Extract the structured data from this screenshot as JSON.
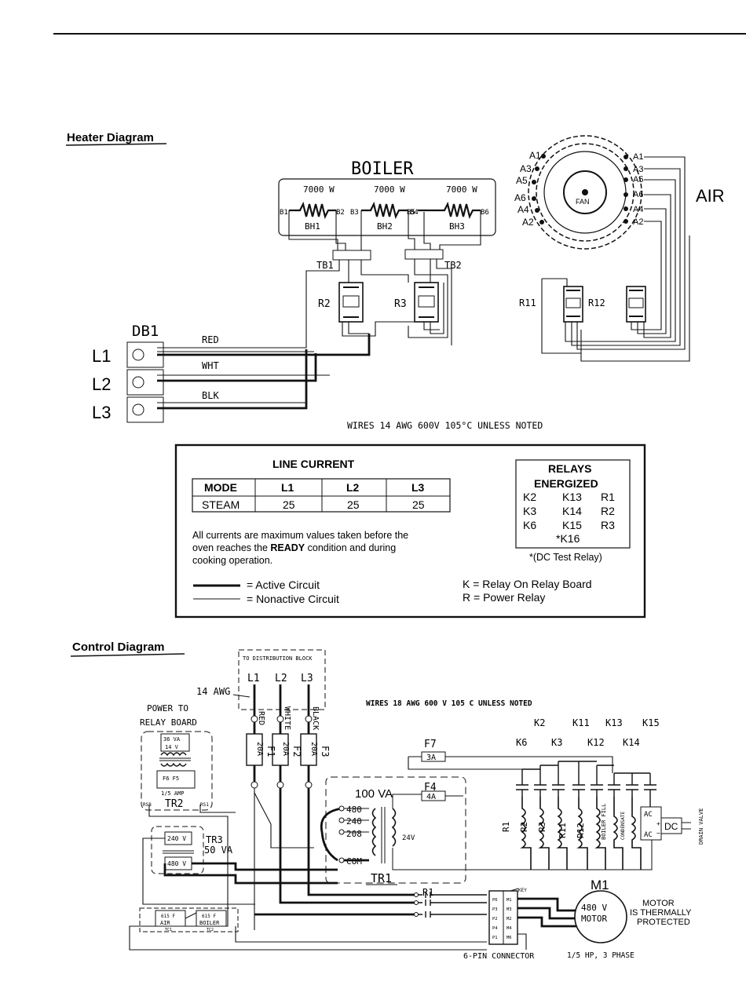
{
  "heater": {
    "section_title": "Heater Diagram",
    "boiler_label": "BOILER",
    "air_label": "AIR",
    "fan_label": "FAN",
    "elements": [
      {
        "watts": "7000 W",
        "name": "BH1",
        "left": "B1",
        "right": "B2"
      },
      {
        "watts": "7000 W",
        "name": "BH2",
        "left": "B3",
        "right": "B4"
      },
      {
        "watts": "7000 W",
        "name": "BH3",
        "left": "B5",
        "right": "B6"
      }
    ],
    "terminal_blocks": [
      "TB1",
      "TB2"
    ],
    "relays": [
      "R2",
      "R3",
      "R11",
      "R12"
    ],
    "motor_left_terminals": [
      "A1",
      "A3",
      "A5",
      "A6",
      "A4",
      "A2"
    ],
    "motor_right_terminals": [
      "A1",
      "A3",
      "A5",
      "A6",
      "A4",
      "A2"
    ],
    "distribution_block": "DB1",
    "lines": [
      "L1",
      "L2",
      "L3"
    ],
    "wire_colors": [
      "RED",
      "WHT",
      "BLK"
    ],
    "wire_note": "WIRES 14 AWG 600V 105°C UNLESS NOTED"
  },
  "legend": {
    "line_current_title": "LINE CURRENT",
    "table_headers": [
      "MODE",
      "L1",
      "L2",
      "L3"
    ],
    "table_row": [
      "STEAM",
      "25",
      "25",
      "25"
    ],
    "note_part1": "All currents are maximum values taken before the",
    "note_part2a": "oven reaches the ",
    "note_bold": "READY",
    "note_part2b": " condition and during",
    "note_part3": "cooking operation.",
    "active": "= Active Circuit",
    "nonactive": "= Nonactive Circuit",
    "relays_title1": "RELAYS",
    "relays_title2": "ENERGIZED",
    "relays_rows": [
      [
        "K2",
        "K13",
        "R1"
      ],
      [
        "K3",
        "K14",
        "R2"
      ],
      [
        "K6",
        "K15",
        "R3"
      ],
      [
        "",
        "*K16",
        ""
      ]
    ],
    "dc_test": "*(DC Test Relay)",
    "k_def": "K = Relay On Relay Board",
    "r_def": "R = Power Relay"
  },
  "control": {
    "section_title": "Control Diagram",
    "dist_block": "TO DISTRIBUTION BLOCK",
    "lines": [
      "L1",
      "L2",
      "L3"
    ],
    "awg14": "14 AWG",
    "wire_colors": [
      "RED",
      "WHITE",
      "BLACK"
    ],
    "fuses": [
      {
        "name": "F1",
        "rating": "20A"
      },
      {
        "name": "F2",
        "rating": "20A"
      },
      {
        "name": "F3",
        "rating": "20A"
      }
    ],
    "wire_note": "WIRES 18 AWG 600 V 105 C UNLESS NOTED",
    "power_to_1": "POWER TO",
    "power_to_2": "RELAY BOARD",
    "tr2_va": "36 VA",
    "tr2_v": "14 V",
    "tr2_fuses": "F6  F5",
    "tr2_amp": "1/5 AMP",
    "tr2_name": "TR2",
    "rs_left": "RS8",
    "rs_right": "RS1",
    "tr3_name": "TR3",
    "tr3_va": "50 VA",
    "tr3_v_top": "240 V",
    "tr3_v_bot": "480 V",
    "tr1_va": "100 VA",
    "tr1_taps": [
      "480",
      "240",
      "208",
      "COM"
    ],
    "tr1_sec": "24V",
    "tr1_name": "TR1",
    "f7": "F7",
    "f7_rating": "3A",
    "f4": "F4",
    "f4_rating": "4A",
    "k_top": [
      "K2",
      "K11",
      "K13",
      "K15"
    ],
    "k_bottom": [
      "K6",
      "K3",
      "K12",
      "K14"
    ],
    "coils": [
      "R1",
      "R2",
      "R3",
      "R11",
      "R12",
      "BOILER FILL",
      "CONDENSATE"
    ],
    "ac_top": "AC",
    "ac_bot": "AC",
    "dc": "DC",
    "drain": "DRAIN VALVE",
    "r1": "R1",
    "key": "KEY",
    "connector_left": [
      "P6",
      "P3",
      "P2",
      "P4",
      "P1"
    ],
    "connector_right": [
      "M1",
      "M3",
      "M2",
      "M4",
      "M6"
    ],
    "connector_label": "6-PIN CONNECTOR",
    "thermo_air": "AIR",
    "thermo_boiler": "BOILER",
    "thermo_set": "615 F",
    "tc_left": "TC1",
    "tc_right": "TC2",
    "m1": "M1",
    "motor_v": "480 V",
    "motor": "MOTOR",
    "motor_note": [
      "MOTOR",
      "IS THERMALLY",
      "PROTECTED"
    ],
    "motor_hp": "1/5 HP, 3 PHASE"
  }
}
